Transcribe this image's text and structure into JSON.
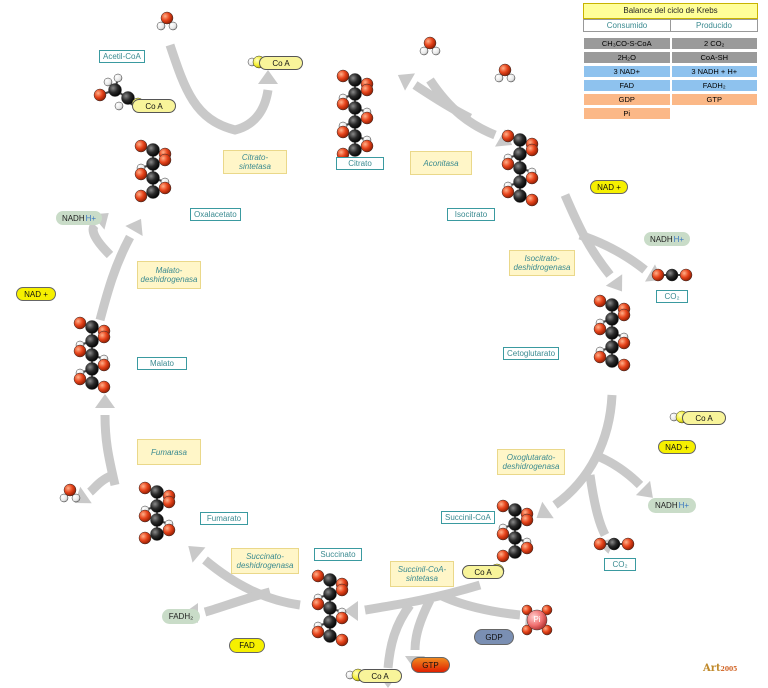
{
  "metabolites": {
    "acetil_coa": "Acetil-CoA",
    "citrato": "Citrato",
    "isocitrato": "Isocitrato",
    "cetoglutarato": "Cetoglutarato",
    "succinil_coa": "Succinil-CoA",
    "succinato": "Succinato",
    "fumarato": "Fumarato",
    "malato": "Malato",
    "oxalacetato": "Oxalacetato"
  },
  "enzymes": {
    "citrato_sintetasa": [
      "Citrato-",
      "sintetasa"
    ],
    "aconitasa": "Aconitasa",
    "isocitrato_deshidrogenasa": [
      "Isocitrato-",
      "deshidrogenasa"
    ],
    "oxoglutarato_deshidrogenasa": [
      "Oxoglutarato-",
      "deshidrogenasa"
    ],
    "succinil_coa_sintetasa": [
      "Succinil-CoA-",
      "sintetasa"
    ],
    "succinato_deshidrogenasa": [
      "Succinato-",
      "deshidrogenasa"
    ],
    "fumarasa": "Fumarasa",
    "malato_deshidrogenasa": [
      "Malato-",
      "deshidrogenasa"
    ]
  },
  "cofactors": {
    "coa": "Co A",
    "nad": "NAD +",
    "nadh": "NADH",
    "h_plus": "H+",
    "co2": "CO₂",
    "fad": "FAD",
    "fadh2": "FADH₂",
    "gdp": "GDP",
    "gtp": "GTP",
    "pi": "Pi"
  },
  "balance": {
    "title": "Balance del ciclo de Krebs",
    "consumed_header": "Consumido",
    "produced_header": "Producido",
    "rows": [
      {
        "consumed": "CH₃CO-S-CoA",
        "produced": "2 CO₂",
        "color": "#9a9a9a"
      },
      {
        "consumed": "2H₂O",
        "produced": "CoA-SH",
        "color": "#9a9a9a"
      },
      {
        "consumed": "3 NAD+",
        "produced": "3 NADH + H+",
        "color": "#8ec2ee"
      },
      {
        "consumed": "FAD",
        "produced": "FADH₂",
        "color": "#8ec2ee"
      },
      {
        "consumed": "GDP",
        "produced": "GTP",
        "color": "#fbb887"
      },
      {
        "consumed": "Pi",
        "produced": "",
        "color": "#fbb887"
      }
    ]
  },
  "logo": {
    "text": "Art",
    "year": "2005"
  },
  "colors": {
    "arrow": "#c8c8c8",
    "oxygen": "#e8451c",
    "carbon": "#2a2a2a",
    "hydrogen": "#f2f2f2",
    "label_border": "#3a9aa0"
  }
}
